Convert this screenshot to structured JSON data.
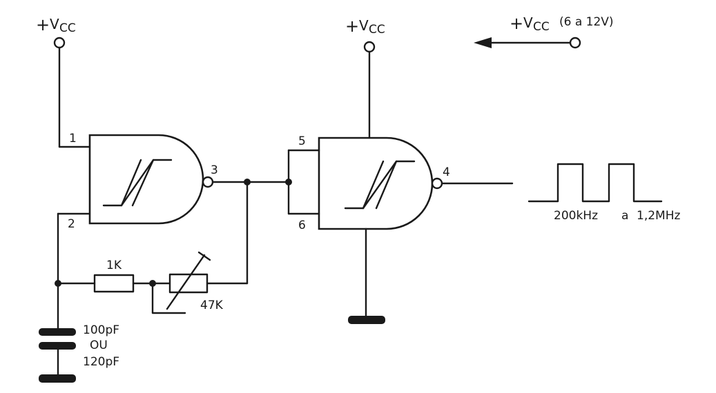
{
  "supply_labels": {
    "vcc_plus": "+",
    "vcc_v": "V",
    "vcc_sub": "CC",
    "vcc_range": "(6 a 12V)"
  },
  "pins": {
    "p1": "1",
    "p2": "2",
    "p3": "3",
    "p4": "4",
    "p5": "5",
    "p6": "6"
  },
  "components": {
    "resistor_fixed": "1K",
    "resistor_variable": "47K",
    "capacitor_line1": "100pF",
    "capacitor_line2": "OU",
    "capacitor_line3": "120pF"
  },
  "output_frequency": {
    "from": "200kHz",
    "joiner": "a",
    "to": "1,2MHz"
  },
  "colors": {
    "ink": "#1a1a1a",
    "paper": "#ffffff"
  }
}
